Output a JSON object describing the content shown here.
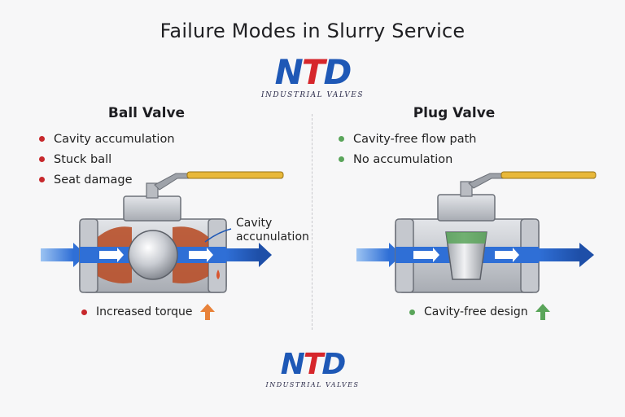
{
  "title": "Failure Modes in Slurry Service",
  "logo": {
    "mark_left": "N",
    "mark_t": "T",
    "mark_right": "D",
    "tagline": "INDUSTRIAL VALVES"
  },
  "ball_valve": {
    "heading": "Ball Valve",
    "bullets": [
      "Cavity accumulation",
      "Stuck ball",
      "Seat damage"
    ],
    "callout": [
      "Cavity",
      "accunulation"
    ],
    "footer": "Increased torque"
  },
  "plug_valve": {
    "heading": "Plug Valve",
    "bullets": [
      "Cavity-free flow path",
      "No accumulation"
    ],
    "footer": "Cavity-free design"
  },
  "colors": {
    "brand_blue": "#1e58b6",
    "brand_red": "#d6262b",
    "flow_blue": "#2f6fd6",
    "fault_red": "#c7282c",
    "ok_green": "#5aa55a",
    "torque_up": "#e8823a",
    "handle": "#e8b83a"
  },
  "icons": [
    "up-arrow-icon",
    "flow-arrow-icon",
    "bullet-dot-icon"
  ]
}
